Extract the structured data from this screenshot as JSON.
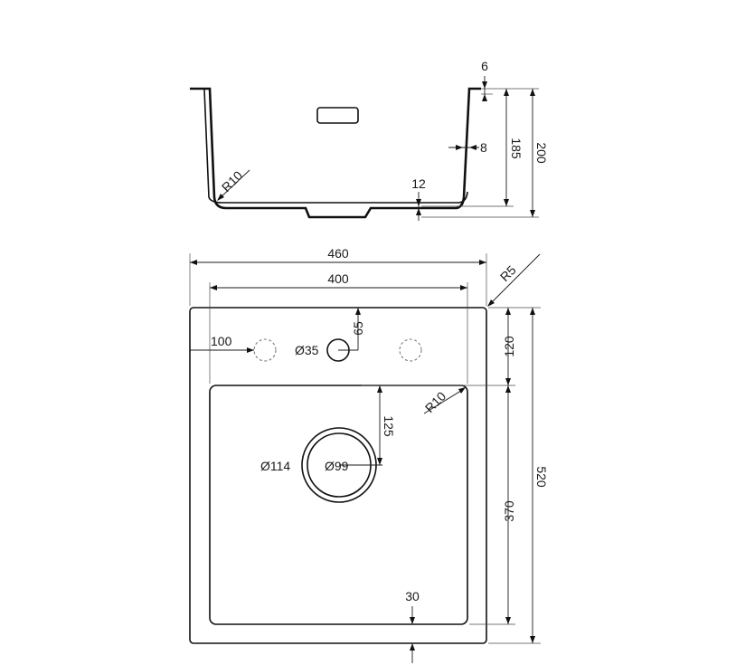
{
  "profile": {
    "rim_thickness": "6",
    "wall_thickness": "8",
    "inner_depth": "185",
    "overall_depth": "200",
    "bottom_thickness": "12",
    "corner_radius": "R10"
  },
  "plan": {
    "overall_width": "460",
    "inner_width": "400",
    "outer_radius": "R5",
    "inner_radius": "R10",
    "tap_hole_diameter": "Ø35",
    "tap_hole_offset": "65",
    "side_hole_offset": "100",
    "rim_depth": "120",
    "overall_length": "520",
    "bowl_length": "370",
    "drain_offset": "125",
    "drain_outer_diameter": "Ø114",
    "drain_inner_diameter": "Ø99",
    "front_rim": "30"
  }
}
